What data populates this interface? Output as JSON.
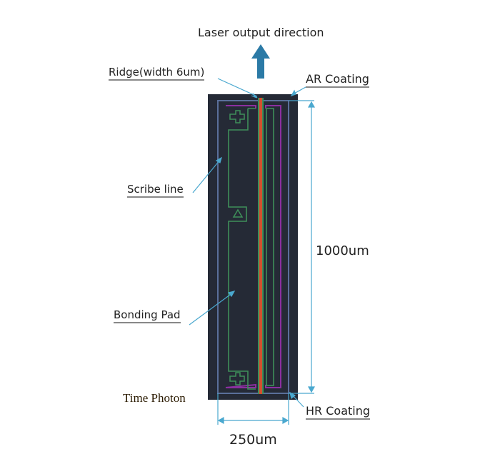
{
  "labels": {
    "output_direction": "Laser output direction",
    "ridge": "Ridge(width 6um)",
    "ar_coating": "AR Coating",
    "scribe_line": "Scribe line",
    "bonding_pad": "Bonding Pad",
    "length": "1000um",
    "width": "250um",
    "hr_coating": "HR Coating",
    "watermark": "Time Photon"
  },
  "colors": {
    "chip_bg": "#252a36",
    "scribe": "#5a6f9a",
    "metal": "#8b2fa0",
    "pad": "#3f8f5a",
    "ridge": "#d4502e",
    "leader": "#4aa8cf",
    "arrow": "#2b7aa6"
  }
}
